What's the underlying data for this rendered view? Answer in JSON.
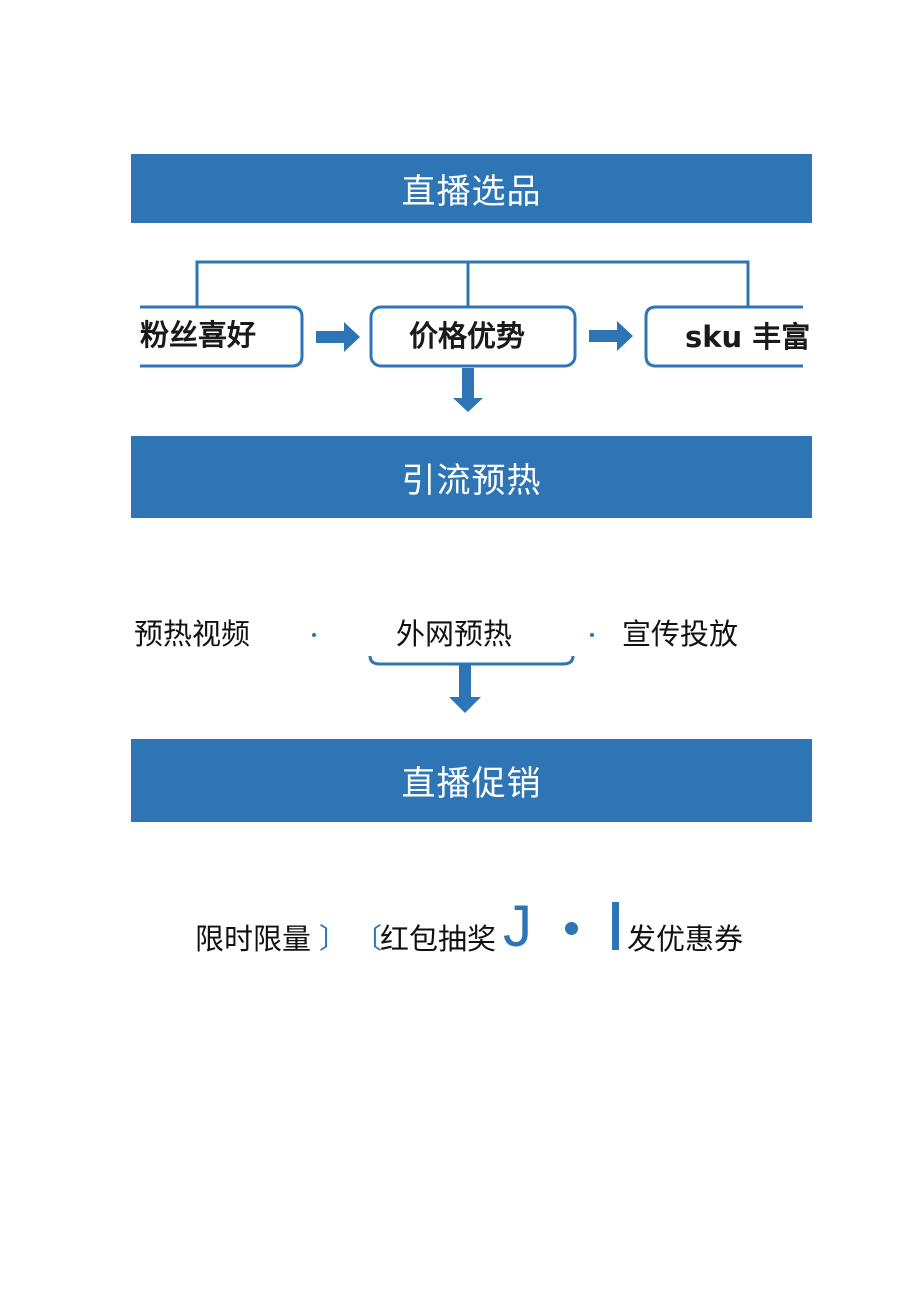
{
  "stages": [
    {
      "title": "直播选品"
    },
    {
      "title": "引流预热"
    },
    {
      "title": "直播促销"
    }
  ],
  "selection_factors": [
    "粉丝喜好",
    "价格优势",
    "sku 丰富"
  ],
  "warmup_items": [
    "预热视频",
    "外网预热",
    "宣传投放"
  ],
  "promo_items": [
    "限时限量",
    "红包抽奖",
    "发优惠券"
  ],
  "promo_decor": {
    "close_bracket": "〕",
    "open_bracket": "〔",
    "j_glyph": "J"
  },
  "colors": {
    "primary": "#2e75b6",
    "text": "#111111",
    "background": "#ffffff"
  },
  "icons": [
    "arrow-right-icon",
    "arrow-down-icon",
    "bullet-dot-icon"
  ]
}
